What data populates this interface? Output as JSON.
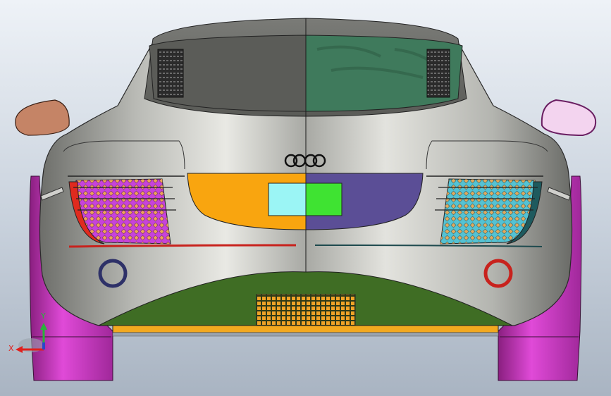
{
  "view": {
    "background_top": "#eef2f7",
    "background_bottom": "#a9b4c2"
  },
  "model": {
    "part": "car rear",
    "badge": "four-rings-logo",
    "colors": {
      "body": "#8d8e8a",
      "body_highlight": "#e9e9e4",
      "rear_window_left": "#5b5c58",
      "rear_window_right": "#3f7a5c",
      "mirror_left": "#c58466",
      "mirror_right": "#f3d4ef",
      "license_recess_left": "#f9a50f",
      "license_recess_right": "#5b4e96",
      "plate_left": "#9bf5f5",
      "plate_right": "#3fe332",
      "taillight_left": "#c743d9",
      "taillight_right": "#55c2d2",
      "taillight_left_edge": "#e02a1e",
      "reflector_left": "#2e3168",
      "reflector_right": "#c8221d",
      "diffuser": "#3f6d24",
      "diffuser_strip": "#f3a91f",
      "tires": "#d43fc8"
    }
  },
  "triad": {
    "x_label": "X",
    "y_label": "Y",
    "x_color": "#e0201c",
    "y_color": "#29b33a",
    "z_color": "#2a47c9"
  }
}
